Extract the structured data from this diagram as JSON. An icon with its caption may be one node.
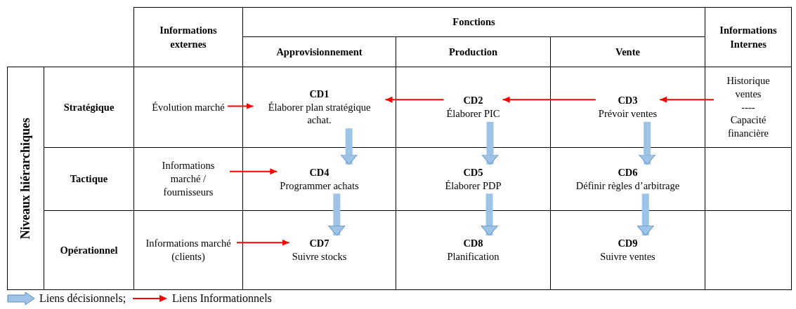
{
  "diagram": {
    "nodes": [
      {
        "text": [
          "Évolution marché"
        ]
      },
      {
        "text": [
          "CD1",
          "Élaborer plan stratégique achat."
        ]
      },
      {
        "text": [
          "CD2",
          "Élaborer PIC"
        ]
      },
      {
        "text": [
          "CD3",
          "Prévoir ventes"
        ]
      },
      {
        "text": [
          "Historique ventes",
          "----",
          "Capacité financière"
        ]
      },
      {
        "text": [
          "Informations marché / fournisseurs"
        ]
      },
      {
        "text": [
          "CD4",
          "Programmer achats"
        ]
      },
      {
        "text": [
          "CD5",
          "Élaborer PDP"
        ]
      },
      {
        "text": [
          "CD6",
          "Définir règles d’arbitrage"
        ]
      },
      {
        "text": [
          "Informations marché (clients)"
        ]
      },
      {
        "text": [
          "CD7",
          "Suivre stocks"
        ]
      },
      {
        "text": [
          "CD8",
          "Planification"
        ]
      },
      {
        "text": [
          "CD9",
          "Suivre ventes"
        ]
      }
    ],
    "edges": [
      {
        "from": 0,
        "to": 1,
        "arrow": "to",
        "color": "#ff0000"
      },
      {
        "from": 3,
        "to": 2,
        "arrow": "to",
        "color": "#ff0000"
      },
      {
        "from": 2,
        "to": 1,
        "arrow": "to",
        "color": "#ff0000"
      },
      {
        "from": 4,
        "to": 3,
        "arrow": "to",
        "color": "#ff0000"
      },
      {
        "from": 5,
        "to": 6,
        "arrow": "to",
        "color": "#ff0000"
      },
      {
        "from": 9,
        "to": 10,
        "arrow": "to",
        "color": "#ff0000"
      },
      {
        "from": 1,
        "to": 6,
        "arrow": "to",
        "style": "thick",
        "color": "#9dc3e6"
      },
      {
        "from": 2,
        "to": 7,
        "arrow": "to",
        "style": "thick",
        "color": "#9dc3e6"
      },
      {
        "from": 3,
        "to": 8,
        "arrow": "to",
        "style": "thick",
        "color": "#9dc3e6"
      },
      {
        "from": 6,
        "to": 10,
        "arrow": "to",
        "style": "thick",
        "color": "#9dc3e6"
      },
      {
        "from": 7,
        "to": 11,
        "arrow": "to",
        "style": "thick",
        "color": "#9dc3e6"
      },
      {
        "from": 8,
        "to": 12,
        "arrow": "to",
        "style": "thick",
        "color": "#9dc3e6"
      }
    ],
    "labels": [
      "Informations externes",
      "Fonctions",
      "Informations Internes",
      "Approvisionnement",
      "Production",
      "Vente",
      "Niveaux hiérarchiques",
      "Stratégique",
      "Tactique",
      "Opérationnel"
    ],
    "legend": [
      {
        "text": "Liens décisionnels;"
      },
      {
        "text": "Liens Informationnels"
      }
    ]
  }
}
